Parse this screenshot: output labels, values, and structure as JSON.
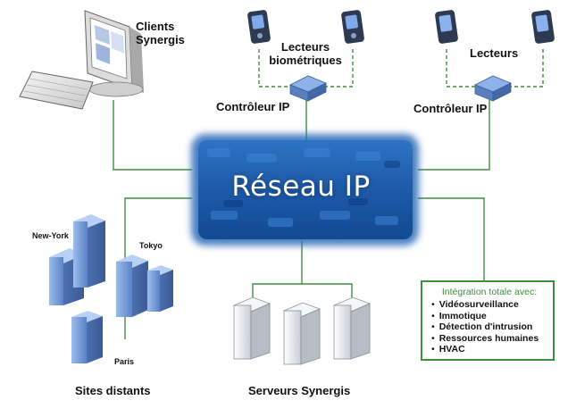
{
  "network": {
    "title": "Réseau IP"
  },
  "clients": {
    "label": "Clients\nSynergis"
  },
  "biometric": {
    "readers_label": "Lecteurs\nbiométriques",
    "controller_label": "Contrôleur IP"
  },
  "standard": {
    "readers_label": "Lecteurs",
    "controller_label": "Contrôleur IP"
  },
  "remote_sites": {
    "label": "Sites distants",
    "cities": [
      "New-York",
      "Tokyo",
      "Paris"
    ]
  },
  "servers": {
    "label": "Serveurs Synergis"
  },
  "integration": {
    "title": "Intégration totale avec:",
    "items": [
      "Vidéosurveillance",
      "Immotique",
      "Détection d'intrusion",
      "Ressources humaines",
      "HVAC"
    ]
  },
  "colors": {
    "link": "#3e8e3e",
    "network_blue": "#1f5fae",
    "network_dark": "#0d3d82",
    "server_gray": "#dfe3e8",
    "building_blue": "#6f97d6"
  }
}
